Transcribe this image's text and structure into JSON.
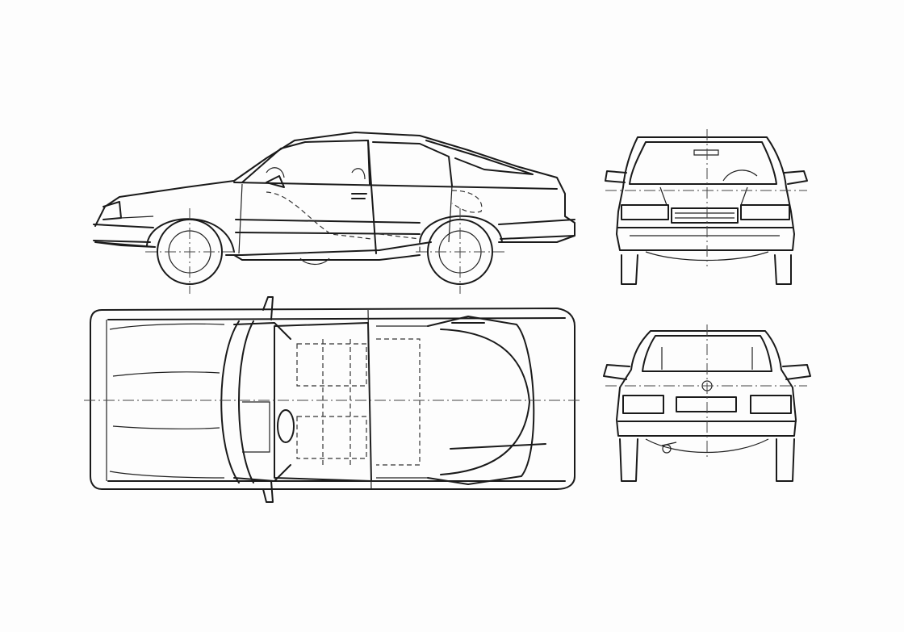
{
  "sheet": {
    "background": "#fdfdfd",
    "line_color": "#1a1a1a",
    "views": [
      "side-view",
      "top-view",
      "front-view",
      "rear-view"
    ]
  }
}
